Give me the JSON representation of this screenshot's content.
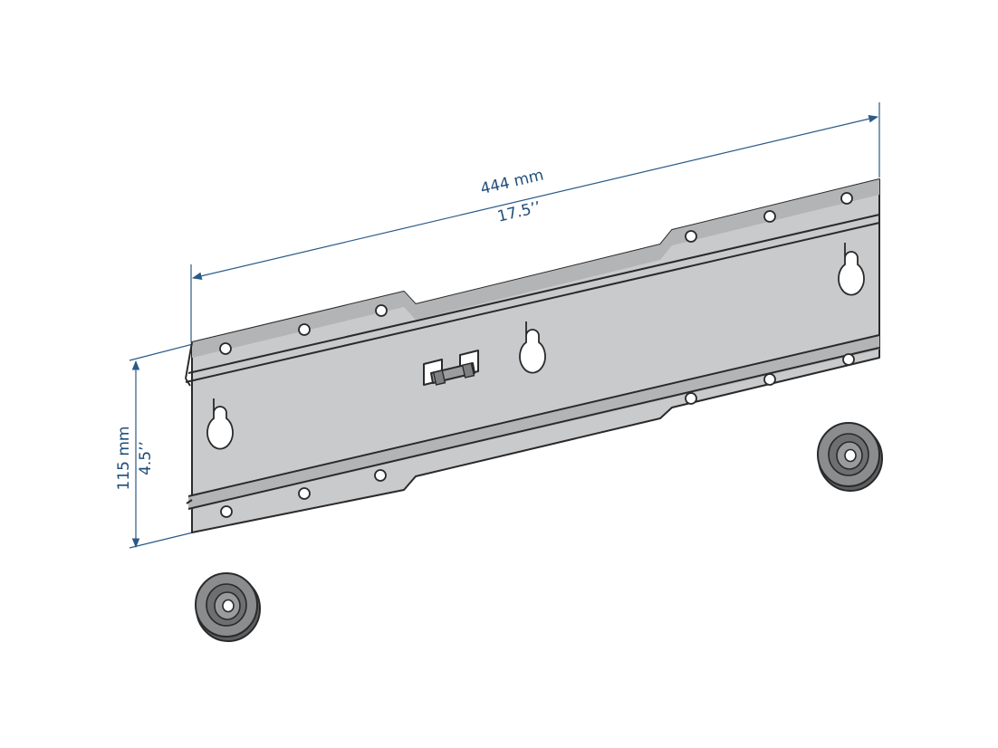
{
  "dimensions": {
    "width_mm": "444 mm",
    "width_in": "17.5’’",
    "height_mm": "115 mm",
    "height_in": "4.5’’"
  },
  "colors": {
    "dimension": "#2b5a86",
    "plate": "#c8c9cb",
    "plate_shadow": "#a9aaac",
    "outline": "#2a2a2a",
    "spacer": "#8a8a8a"
  },
  "parts": {
    "plate": "wall-plate-icon",
    "spacers": [
      "spacer-ring-icon",
      "spacer-ring-icon"
    ]
  }
}
